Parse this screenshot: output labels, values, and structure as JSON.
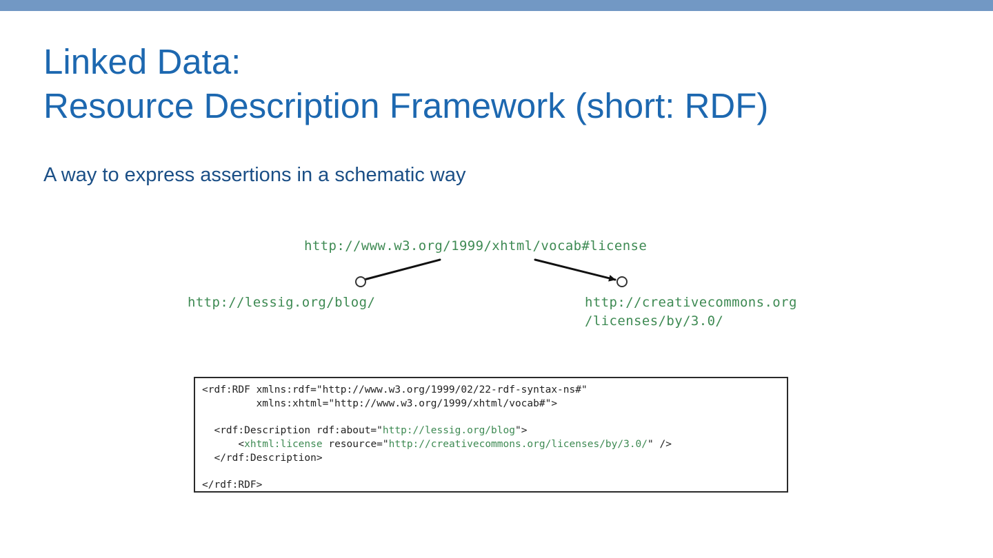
{
  "slide": {
    "title_line1": "Linked Data:",
    "title_line2": "Resource Description Framework (short: RDF)",
    "subtitle": "A way to express assertions in a schematic way"
  },
  "diagram": {
    "predicate": "http://www.w3.org/1999/xhtml/vocab#license",
    "subject": "http://lessig.org/blog/",
    "object_line1": "http://creativecommons.org",
    "object_line2": "/licenses/by/3.0/"
  },
  "code": {
    "line1_a": "<rdf:RDF xmlns:rdf=\"http://www.w3.org/1999/02/22-rdf-syntax-ns#\"",
    "line2_a": "         xmlns:xhtml=\"http://www.w3.org/1999/xhtml/vocab#\">",
    "line3_a": "  <rdf:Description rdf:about=\"",
    "line3_b": "http://lessig.org/blog",
    "line3_c": "\">",
    "line4_a": "      <",
    "line4_b": "xhtml:license",
    "line4_c": " resource=\"",
    "line4_d": "http://creativecommons.org/licenses/by/3.0/",
    "line4_e": "\" />",
    "line5_a": "  </rdf:Description>",
    "line6_a": "</rdf:RDF>"
  },
  "colors": {
    "top_bar": "#7298c4",
    "title": "#1d68b0",
    "subtitle": "#1b4f86",
    "uri_green": "#3e8a53"
  }
}
